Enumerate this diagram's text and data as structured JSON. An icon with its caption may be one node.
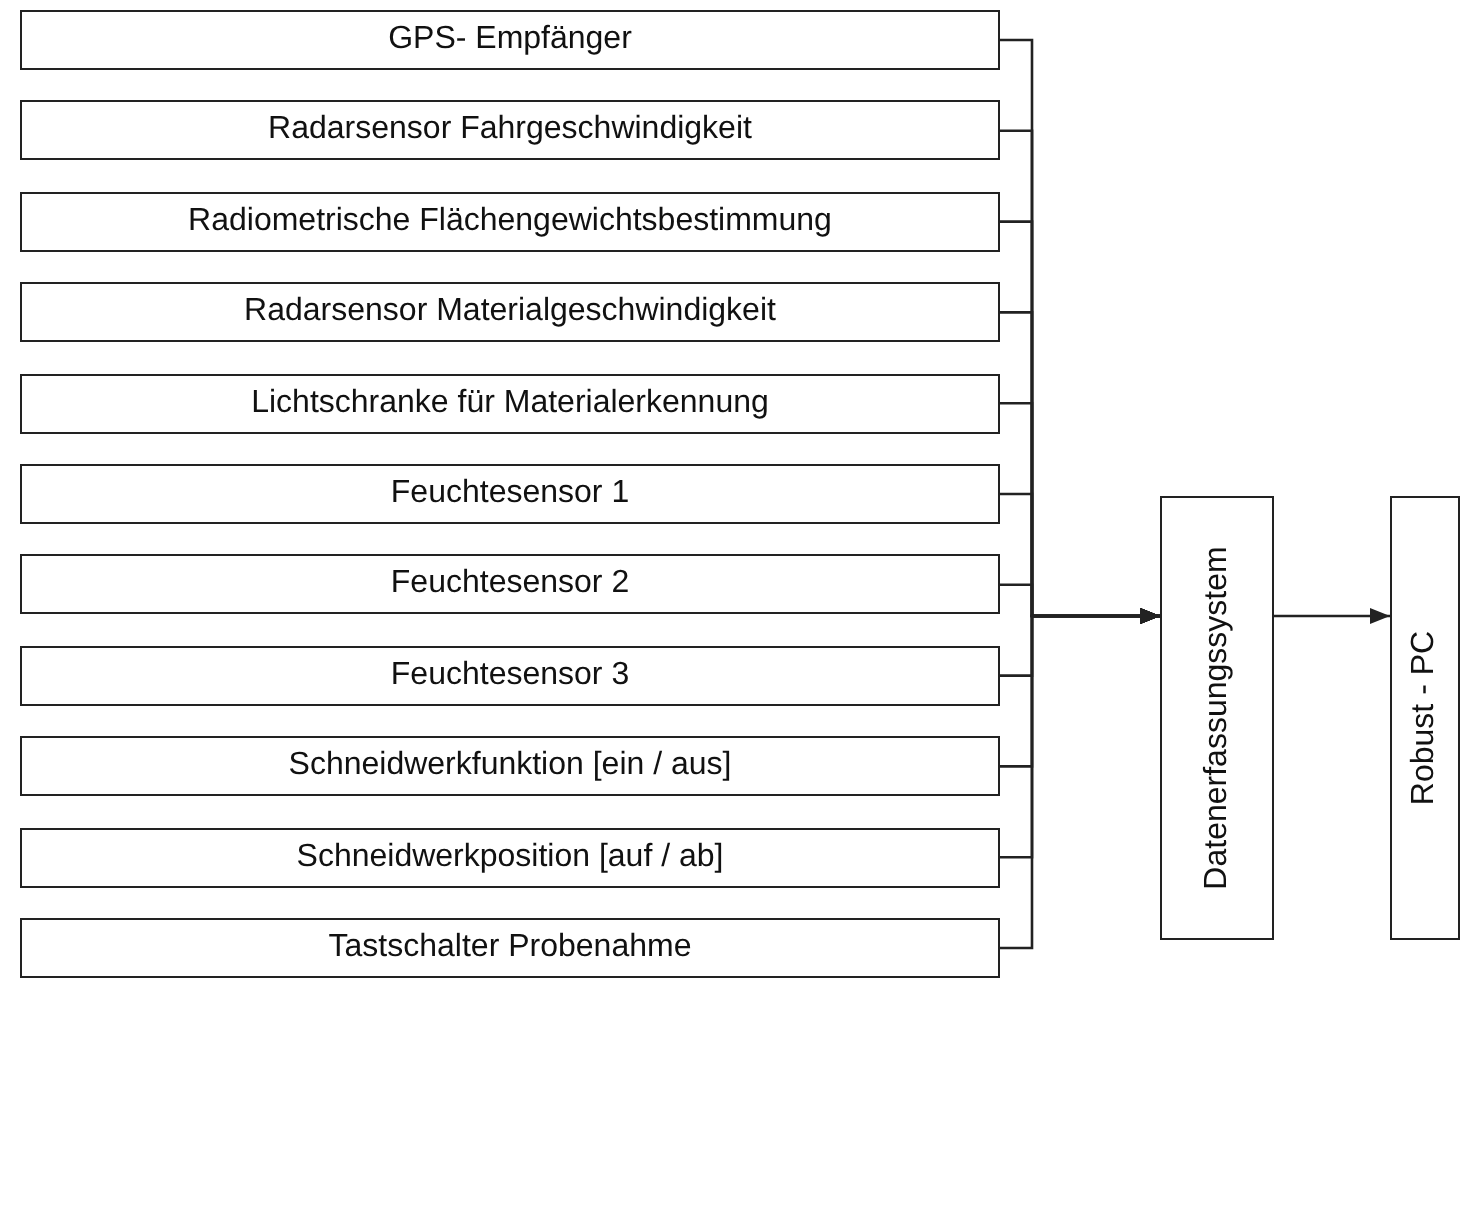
{
  "diagram": {
    "nodes": [
      {
        "text": [
          "GPS- Empfänger"
        ]
      },
      {
        "text": [
          "Radarsensor Fahrgeschwindigkeit"
        ]
      },
      {
        "text": [
          "Radiometrische Flächengewichtsbestimmung"
        ]
      },
      {
        "text": [
          "Radarsensor Materialgeschwindigkeit"
        ]
      },
      {
        "text": [
          "Lichtschranke für Materialerkennung"
        ]
      },
      {
        "text": [
          "Feuchtesensor 1"
        ]
      },
      {
        "text": [
          "Feuchtesensor 2"
        ]
      },
      {
        "text": [
          "Feuchtesensor 3"
        ]
      },
      {
        "text": [
          "Schneidwerkfunktion [ein / aus]"
        ]
      },
      {
        "text": [
          "Schneidwerkposition [auf / ab]"
        ]
      },
      {
        "text": [
          "Tastschalter Probenahme"
        ]
      },
      {
        "text": [
          "Datenerfassungssystem"
        ]
      },
      {
        "text": [
          "Robust - PC"
        ]
      }
    ],
    "edges": [
      {
        "from": 0,
        "to": 11,
        "arrow": "to"
      },
      {
        "from": 1,
        "to": 11,
        "arrow": "to"
      },
      {
        "from": 2,
        "to": 11,
        "arrow": "to"
      },
      {
        "from": 3,
        "to": 11,
        "arrow": "to"
      },
      {
        "from": 4,
        "to": 11,
        "arrow": "to"
      },
      {
        "from": 5,
        "to": 11,
        "arrow": "to"
      },
      {
        "from": 6,
        "to": 11,
        "arrow": "to"
      },
      {
        "from": 7,
        "to": 11,
        "arrow": "to"
      },
      {
        "from": 8,
        "to": 11,
        "arrow": "to"
      },
      {
        "from": 9,
        "to": 11,
        "arrow": "to"
      },
      {
        "from": 10,
        "to": 11,
        "arrow": "to"
      },
      {
        "from": 11,
        "to": 12,
        "arrow": "to"
      }
    ]
  }
}
